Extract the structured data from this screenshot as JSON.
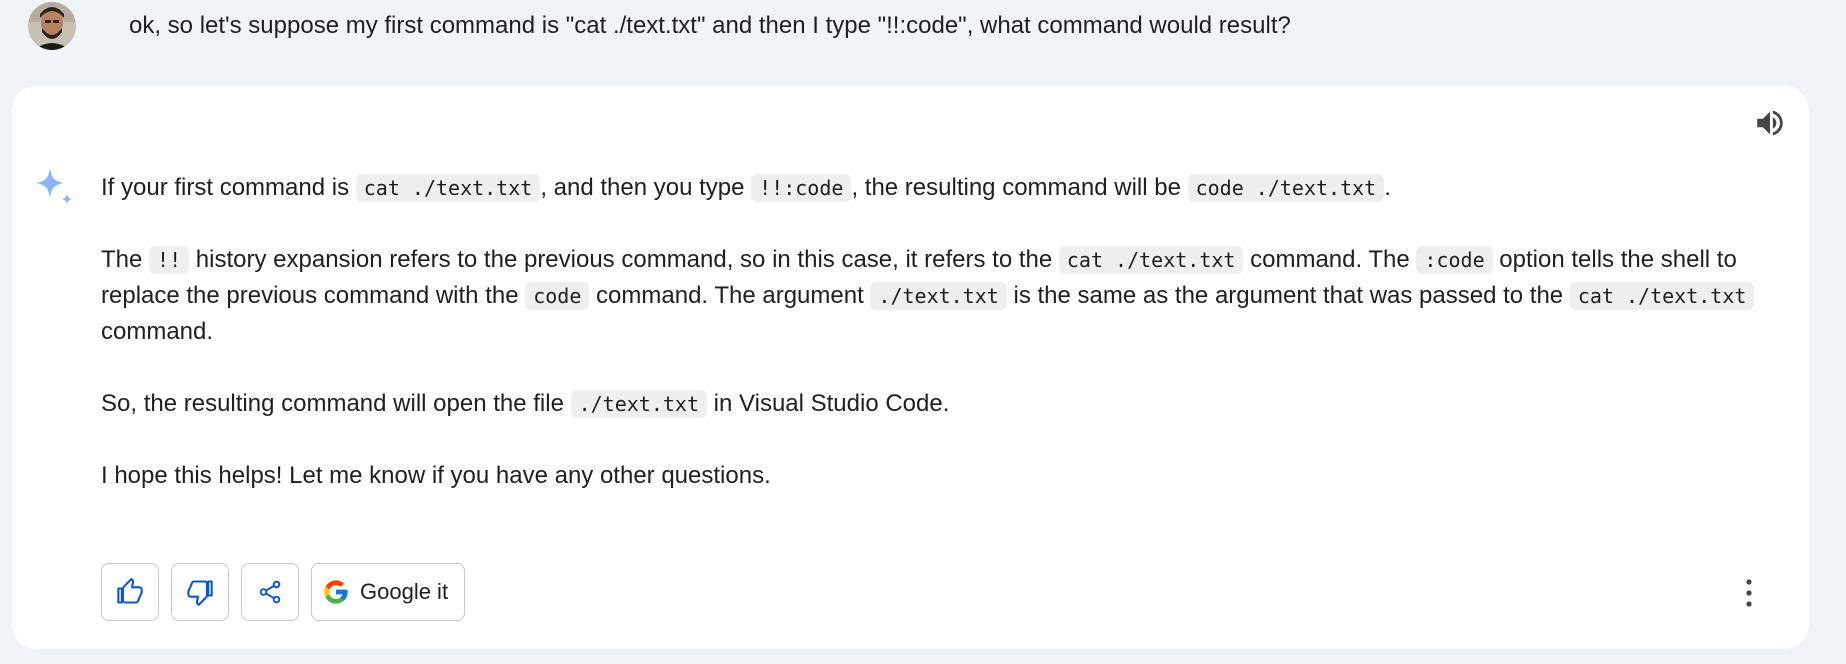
{
  "user": {
    "message": "ok, so let's suppose my first command is \"cat ./text.txt\" and then I type \"!!:code\", what command would result?"
  },
  "response": {
    "p1": {
      "t1": "If your first command is ",
      "c1": "cat ./text.txt",
      "t2": ", and then you type ",
      "c2": "!!:code",
      "t3": ", the resulting command will be ",
      "c3": "code ./text.txt",
      "t4": "."
    },
    "p2": {
      "t1": "The ",
      "c1": "!!",
      "t2": " history expansion refers to the previous command, so in this case, it refers to the ",
      "c2": "cat ./text.txt",
      "t3": " command. The ",
      "c3": ":code",
      "t4": " option tells the shell to replace the previous command with the ",
      "c4": "code",
      "t5": " command. The argument ",
      "c5": "./text.txt",
      "t6": " is the same as the argument that was passed to the ",
      "c6": "cat ./text.txt",
      "t7": " command."
    },
    "p3": {
      "t1": "So, the resulting command will open the file ",
      "c1": "./text.txt",
      "t2": " in Visual Studio Code."
    },
    "p4": {
      "t1": "I hope this helps! Let me know if you have any other questions."
    }
  },
  "actions": {
    "google_label": "Google it"
  },
  "icons": {
    "avatar": "avatar",
    "speaker": "speaker-icon",
    "sparkle": "sparkle-icon",
    "thumbs_up": "thumbs-up-icon",
    "thumbs_down": "thumbs-down-icon",
    "share": "share-icon",
    "google": "google-g-icon",
    "more": "more-vert-icon"
  },
  "colors": {
    "background": "#f0f4f9",
    "card": "#ffffff",
    "accent_blue": "#0b57d0",
    "sparkle_blue": "#8ab4f8",
    "code_bg": "#edeff1"
  }
}
